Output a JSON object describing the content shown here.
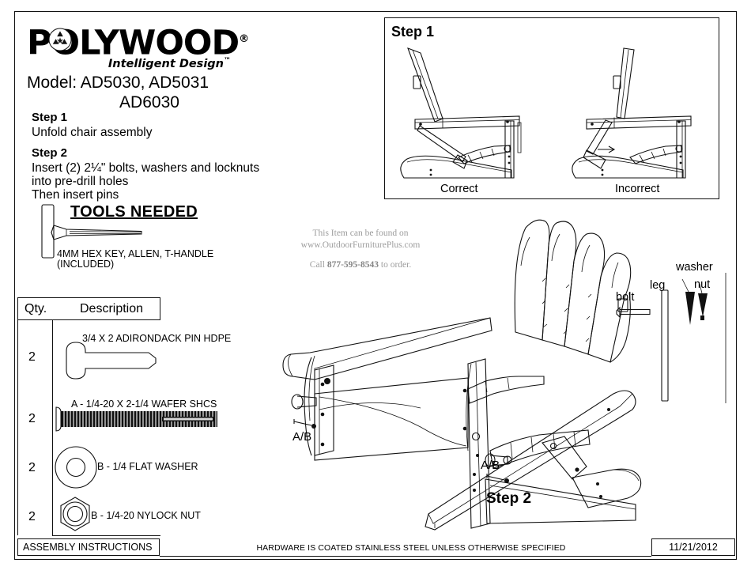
{
  "brand": {
    "name": "P☉LYWOOD",
    "name_plain": "POLYWOOD",
    "registered": "®",
    "tagline": "Intelligent Design",
    "tm": "™",
    "logo_icon": "recycle-star-icon"
  },
  "model": {
    "line1": "Model: AD5030, AD5031",
    "line2": "AD6030"
  },
  "instructions": [
    {
      "heading": "Step 1",
      "body": "Unfold chair assembly"
    },
    {
      "heading": "Step 2",
      "body": "Insert (2) 2¼\" bolts, washers and locknuts\ninto pre-drill holes\nThen insert pins"
    }
  ],
  "instructions_flat": {
    "step1_heading": "Step 1",
    "step1_body": "Unfold chair assembly",
    "step2_heading": "Step 2",
    "step2_body_l1": "Insert (2) 2¼\" bolts, washers and locknuts",
    "step2_body_l2": "into pre-drill holes",
    "step2_body_l3": "Then insert pins"
  },
  "tools": {
    "title": "TOOLS NEEDED",
    "caption_l1": "4MM HEX KEY, ALLEN, T-HANDLE",
    "caption_l2": "(INCLUDED)",
    "icon": "t-handle-hex-key-icon"
  },
  "parts_table": {
    "headers": {
      "qty": "Qty.",
      "description": "Description"
    },
    "rows": [
      {
        "qty": "2",
        "description": "3/4 X 2 ADIRONDACK PIN HDPE",
        "icon": "adirondack-pin-icon"
      },
      {
        "qty": "2",
        "description": "A - 1/4-20 X 2-1/4 WAFER SHCS",
        "icon": "wafer-head-screw-icon"
      },
      {
        "qty": "2",
        "description": "B - 1/4 FLAT WASHER",
        "icon": "flat-washer-icon"
      },
      {
        "qty": "2",
        "description": "B - 1/4-20 NYLOCK NUT",
        "icon": "nylock-nut-icon"
      }
    ]
  },
  "step1_panel": {
    "label": "Step 1",
    "correct_caption": "Correct",
    "incorrect_caption": "Incorrect"
  },
  "watermark": {
    "line1": "This Item can be found on",
    "line2": "www.OutdoorFurniturePlus.com",
    "call_prefix": "Call ",
    "phone": "877-595-8543",
    "call_suffix": " to order."
  },
  "hardware_callouts": {
    "bolt": "bolt",
    "leg": "leg",
    "washer": "washer",
    "nut": "nut"
  },
  "main_diagram": {
    "label_ab_left": "A/B",
    "label_ab_right": "A/B",
    "step_label": "Step 2"
  },
  "footer": {
    "title": "ASSEMBLY INSTRUCTIONS",
    "note": "HARDWARE IS COATED STAINLESS STEEL UNLESS OTHERWISE SPECIFIED",
    "date": "11/21/2012"
  },
  "colors": {
    "ink": "#111111",
    "paper": "#ffffff",
    "watermark": "#8c8c8c"
  }
}
